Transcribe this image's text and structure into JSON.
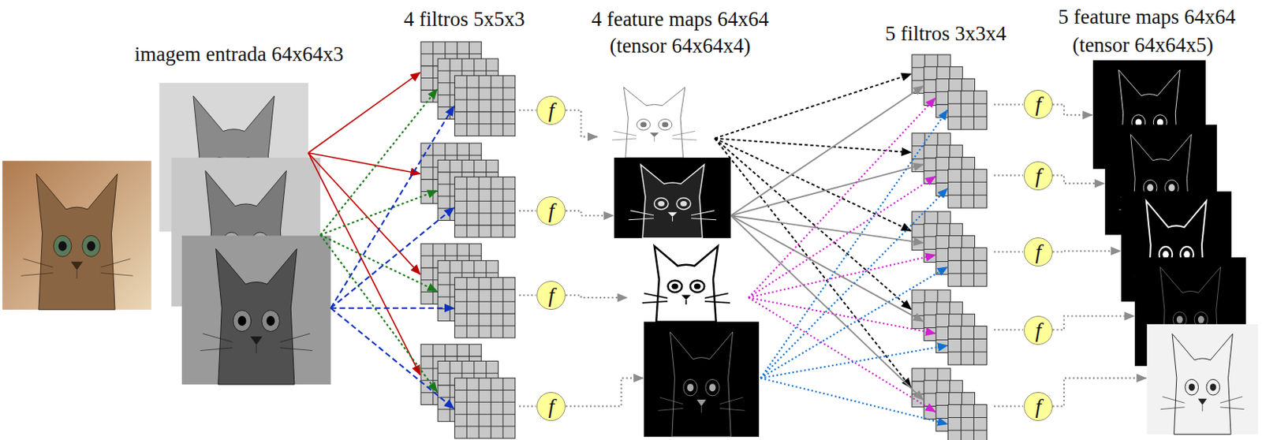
{
  "diagram": {
    "nodes": [
      {
        "text": [
          "f"
        ]
      },
      {
        "text": [
          "f"
        ]
      },
      {
        "text": [
          "f"
        ]
      },
      {
        "text": [
          "f"
        ]
      },
      {
        "text": [
          "f"
        ]
      },
      {
        "text": [
          "f"
        ]
      },
      {
        "text": [
          "f"
        ]
      },
      {
        "text": [
          "f"
        ]
      },
      {
        "text": [
          "f"
        ]
      }
    ],
    "labels": [
      "imagem entrada 64x64x3",
      "4 filtros 5x5x3",
      "4 feature maps 64x64",
      "(tensor 64x64x4)",
      "5 filtros 3x3x4",
      "5 feature maps 64x64",
      "(tensor 64x64x5)"
    ]
  }
}
